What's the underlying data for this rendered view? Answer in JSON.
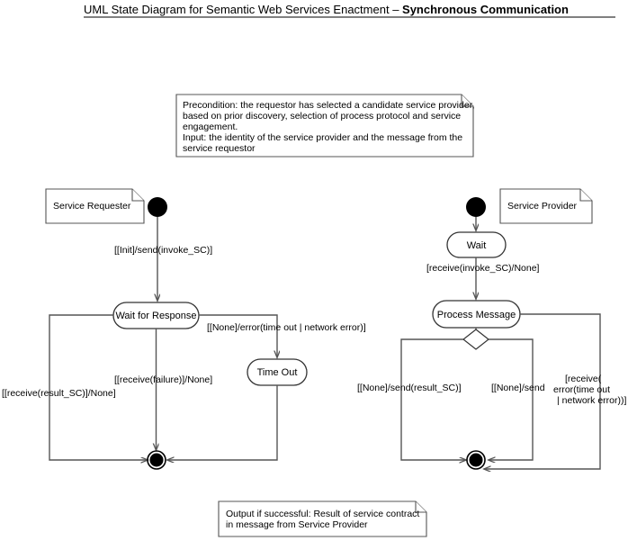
{
  "title": {
    "prefix": "UML State Diagram for Semantic Web Services Enactment ",
    "dash": "– ",
    "emphasis": "Synchronous Communication"
  },
  "notes": {
    "precondition": {
      "name": "precondition-note",
      "lines": [
        "Precondition: the requestor has selected a candidate service provider,",
        "based on prior discovery, selection of process protocol and service",
        "engagement.",
        "Input: the identity of the service provider and the message from the",
        "service requestor"
      ]
    },
    "output": {
      "name": "output-note",
      "lines": [
        "Output if successful: Result of service contract",
        "in message from Service Provider"
      ]
    },
    "requester": {
      "name": "service-requester-note",
      "label": "Service Requester"
    },
    "provider": {
      "name": "service-provider-note",
      "label": "Service Provider"
    }
  },
  "states": {
    "wait_for_response": "Wait for Response",
    "time_out": "Time Out",
    "wait": "Wait",
    "process_message": "Process Message"
  },
  "transitions": {
    "init_send_invoke": "[[Init]/send(invoke_SC)]",
    "receive_result": "[[receive(result_SC)]/None]",
    "receive_failure": "[[receive(failure)]/None]",
    "none_error_timeout": "[[None]/error(time out | network error)]",
    "receive_invoke": "[receive(invoke_SC)/None]",
    "none_send_result": "[[None]/send(result_SC)]",
    "none_send": "[[None]/send",
    "receive_error_line1": "[receive(",
    "receive_error_line2": "error(time out",
    "receive_error_line3": "| network error))]"
  },
  "colors": {
    "background": "#ffffff",
    "stroke": "#333333",
    "edge": "#555555",
    "text": "#000000"
  }
}
